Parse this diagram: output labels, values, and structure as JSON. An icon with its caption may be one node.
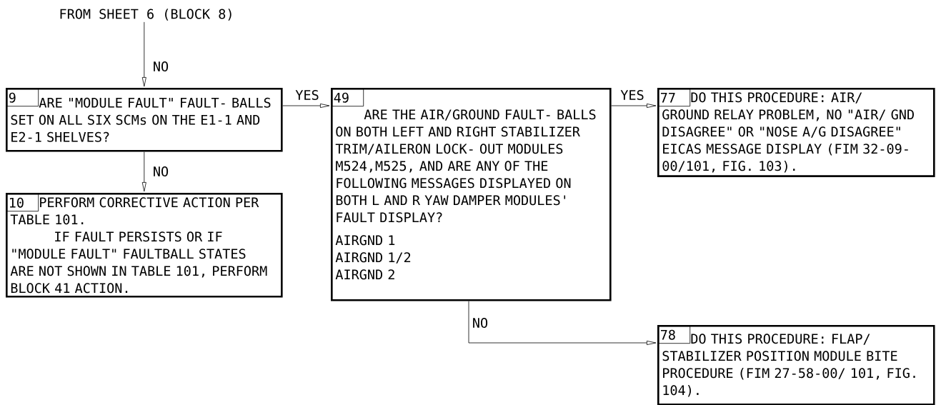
{
  "diagram": {
    "nodes": [
      {
        "text": [
          "FROM SHEET 6 (BLOCK 8)"
        ]
      },
      {
        "text": [
          "9",
          "ARE \"MODULE FAULT\" FAULT- BALLS SET ON ALL SIX SCMs ON THE E1-1 AND E2-1 SHELVES?"
        ]
      },
      {
        "text": [
          "10",
          "PERFORM CORRECTIVE ACTION PER TABLE 101.",
          "IF FAULT PERSISTS OR IF \"MODULE FAULT\" FAULTBALL STATES ARE NOT SHOWN IN TABLE 101, PERFORM BLOCK 41 ACTION."
        ]
      },
      {
        "text": [
          "49",
          "ARE THE AIR/GROUND FAULT- BALLS ON BOTH LEFT AND RIGHT STABILIZER TRIM/AILERON LOCK- OUT MODULES M524,M525, AND ARE ANY OF THE FOLLOWING MESSAGES DISPLAYED ON BOTH L AND R YAW DAMPER MODULES' FAULT DISPLAY?",
          "AIRGND 1",
          "AIRGND 1/2",
          "AIRGND 2"
        ]
      },
      {
        "text": [
          "77",
          "DO THIS PROCEDURE: AIR/ GROUND RELAY PROBLEM, NO \"AIR/ GND DISAGREE\" OR \"NOSE A/G DISAGREE\" EICAS MESSAGE DISPLAY (FIM 32-09-00/101, FIG. 103)."
        ]
      },
      {
        "text": [
          "78",
          "DO THIS PROCEDURE: FLAP/ STABILIZER POSITION MODULE BITE PROCEDURE (FIM 27-58-00/ 101, FIG. 104)."
        ]
      }
    ],
    "edges": [
      {
        "from": 0,
        "to": 1,
        "arrow": "to",
        "label": "NO"
      },
      {
        "from": 1,
        "to": 2,
        "arrow": "to",
        "label": "NO"
      },
      {
        "from": 1,
        "to": 3,
        "arrow": "to",
        "label": "YES"
      },
      {
        "from": 3,
        "to": 4,
        "arrow": "to",
        "label": "YES"
      },
      {
        "from": 3,
        "to": 5,
        "arrow": "to",
        "label": "NO"
      }
    ]
  }
}
